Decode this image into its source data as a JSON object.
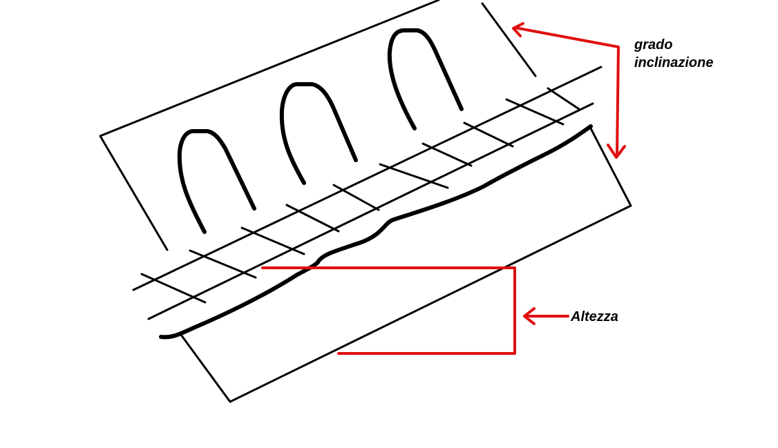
{
  "annotations": {
    "incline_line1": "grado",
    "incline_line2": "inclinazione",
    "height": "Altezza"
  },
  "colors": {
    "sketch": "#000000",
    "annotation": "#e01010",
    "background": "#ffffff"
  }
}
